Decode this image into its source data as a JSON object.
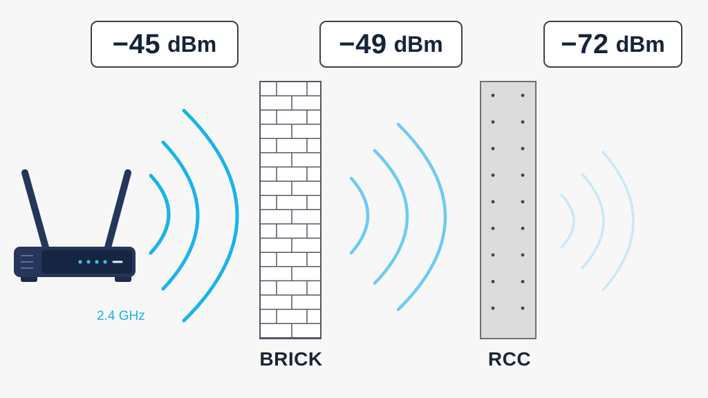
{
  "readings": [
    {
      "value": "−45",
      "unit": "dBm"
    },
    {
      "value": "−49",
      "unit": "dBm"
    },
    {
      "value": "−72",
      "unit": "dBm"
    }
  ],
  "walls": [
    {
      "label": "BRICK",
      "material": "brick"
    },
    {
      "label": "RCC",
      "material": "reinforced-concrete"
    }
  ],
  "router": {
    "band": "2.4 GHz",
    "icon": "wifi-router-icon"
  },
  "colors": {
    "signal_strong": "#1ab3ec",
    "signal_medium": "#6dcbf2",
    "signal_weak": "#c6e7f6",
    "router_body": "#24365a",
    "text_dark": "#16233b"
  }
}
